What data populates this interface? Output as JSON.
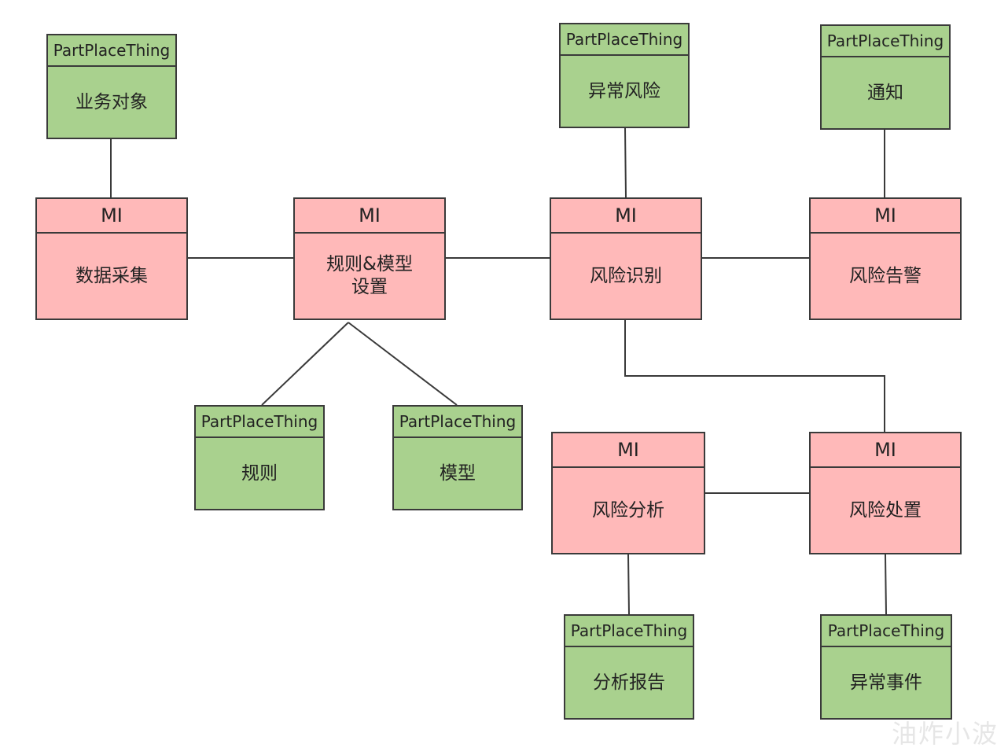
{
  "diagram": {
    "nodes": {
      "yewu": {
        "header": "PartPlaceThing",
        "label": "业务对象"
      },
      "yichang": {
        "header": "PartPlaceThing",
        "label": "异常风险"
      },
      "tongzhi": {
        "header": "PartPlaceThing",
        "label": "通知"
      },
      "shuju": {
        "header": "MI",
        "label": "数据采集"
      },
      "guize_mx": {
        "header": "MI",
        "label": "规则&模型\n设置"
      },
      "shibie": {
        "header": "MI",
        "label": "风险识别"
      },
      "gaojing": {
        "header": "MI",
        "label": "风险告警"
      },
      "guize": {
        "header": "PartPlaceThing",
        "label": "规则"
      },
      "moxing": {
        "header": "PartPlaceThing",
        "label": "模型"
      },
      "fenxi": {
        "header": "MI",
        "label": "风险分析"
      },
      "chuzhi": {
        "header": "MI",
        "label": "风险处置"
      },
      "baogao": {
        "header": "PartPlaceThing",
        "label": "分析报告"
      },
      "shijian": {
        "header": "PartPlaceThing",
        "label": "异常事件"
      }
    },
    "edges": [
      [
        "yewu",
        "shuju"
      ],
      [
        "shuju",
        "guize_mx"
      ],
      [
        "guize_mx",
        "shibie"
      ],
      [
        "shibie",
        "gaojing"
      ],
      [
        "yichang",
        "shibie"
      ],
      [
        "tongzhi",
        "gaojing"
      ],
      [
        "guize_mx",
        "guize"
      ],
      [
        "guize_mx",
        "moxing"
      ],
      [
        "shibie",
        "chuzhi"
      ],
      [
        "fenxi",
        "chuzhi"
      ],
      [
        "fenxi",
        "baogao"
      ],
      [
        "chuzhi",
        "shijian"
      ]
    ]
  },
  "watermark": "油炸小波",
  "colors": {
    "part_place_thing": "#a9d18e",
    "mi": "#ffb9b9",
    "stroke": "#3a3a3a"
  }
}
